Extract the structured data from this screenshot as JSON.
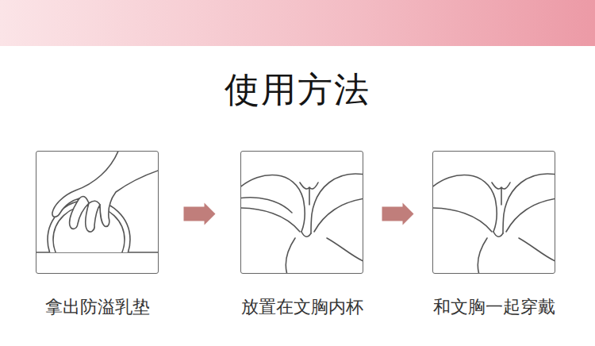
{
  "diagram": {
    "title": "使用方法",
    "nodes": [
      {
        "text": [
          "拿出防溢乳垫"
        ]
      },
      {
        "text": [
          "放置在文胸内杯"
        ]
      },
      {
        "text": [
          "和文胸一起穿戴"
        ]
      }
    ],
    "edges": [
      {
        "from": 0,
        "to": 1,
        "arrow": "to"
      },
      {
        "from": 1,
        "to": 2,
        "arrow": "to"
      }
    ]
  }
}
